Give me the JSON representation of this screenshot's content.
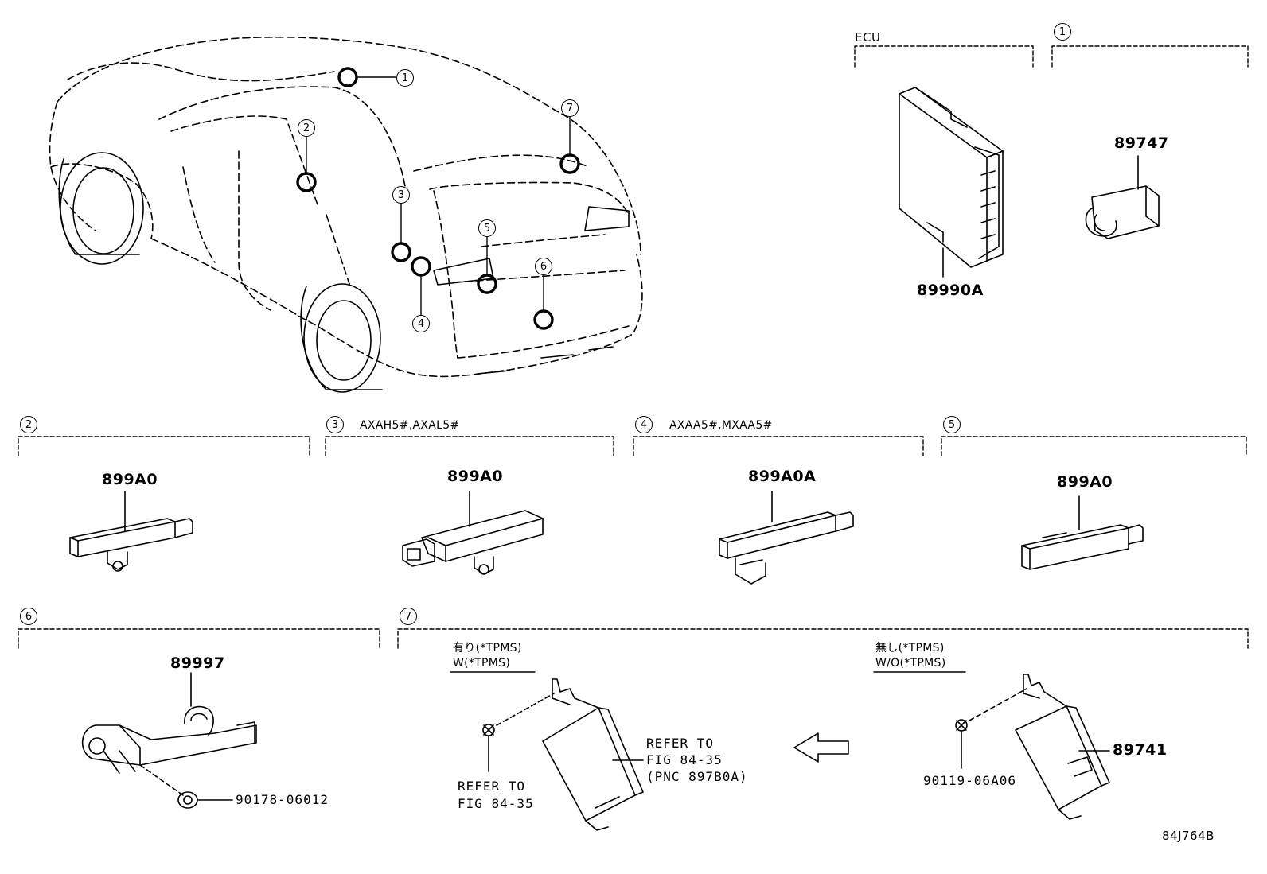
{
  "sections": {
    "ecu": {
      "title": "ECU",
      "part": "89990A"
    },
    "s1": {
      "num": "1",
      "part": "89747"
    },
    "s2": {
      "num": "2",
      "part": "899A0"
    },
    "s3": {
      "num": "3",
      "note": "AXAH5#,AXAL5#",
      "part": "899A0"
    },
    "s4": {
      "num": "4",
      "note": "AXAA5#,MXAA5#",
      "part": "899A0A"
    },
    "s5": {
      "num": "5",
      "part": "899A0"
    },
    "s6": {
      "num": "6",
      "part": "89997",
      "clip": "90178-06012"
    },
    "s7": {
      "num": "7",
      "with_jp": "有り(*TPMS)",
      "with_en": "W(*TPMS)",
      "without_jp": "無し(*TPMS)",
      "without_en": "W/O(*TPMS)",
      "ref_left": "REFER TO\nFIG 84-35",
      "ref_right": "REFER TO\nFIG 84-35\n(PNC 897B0A)",
      "bolt": "90119-06A06",
      "part": "89741"
    }
  },
  "vehicle_callouts": [
    "1",
    "2",
    "3",
    "4",
    "5",
    "6",
    "7"
  ],
  "figure_code": "84J764B"
}
